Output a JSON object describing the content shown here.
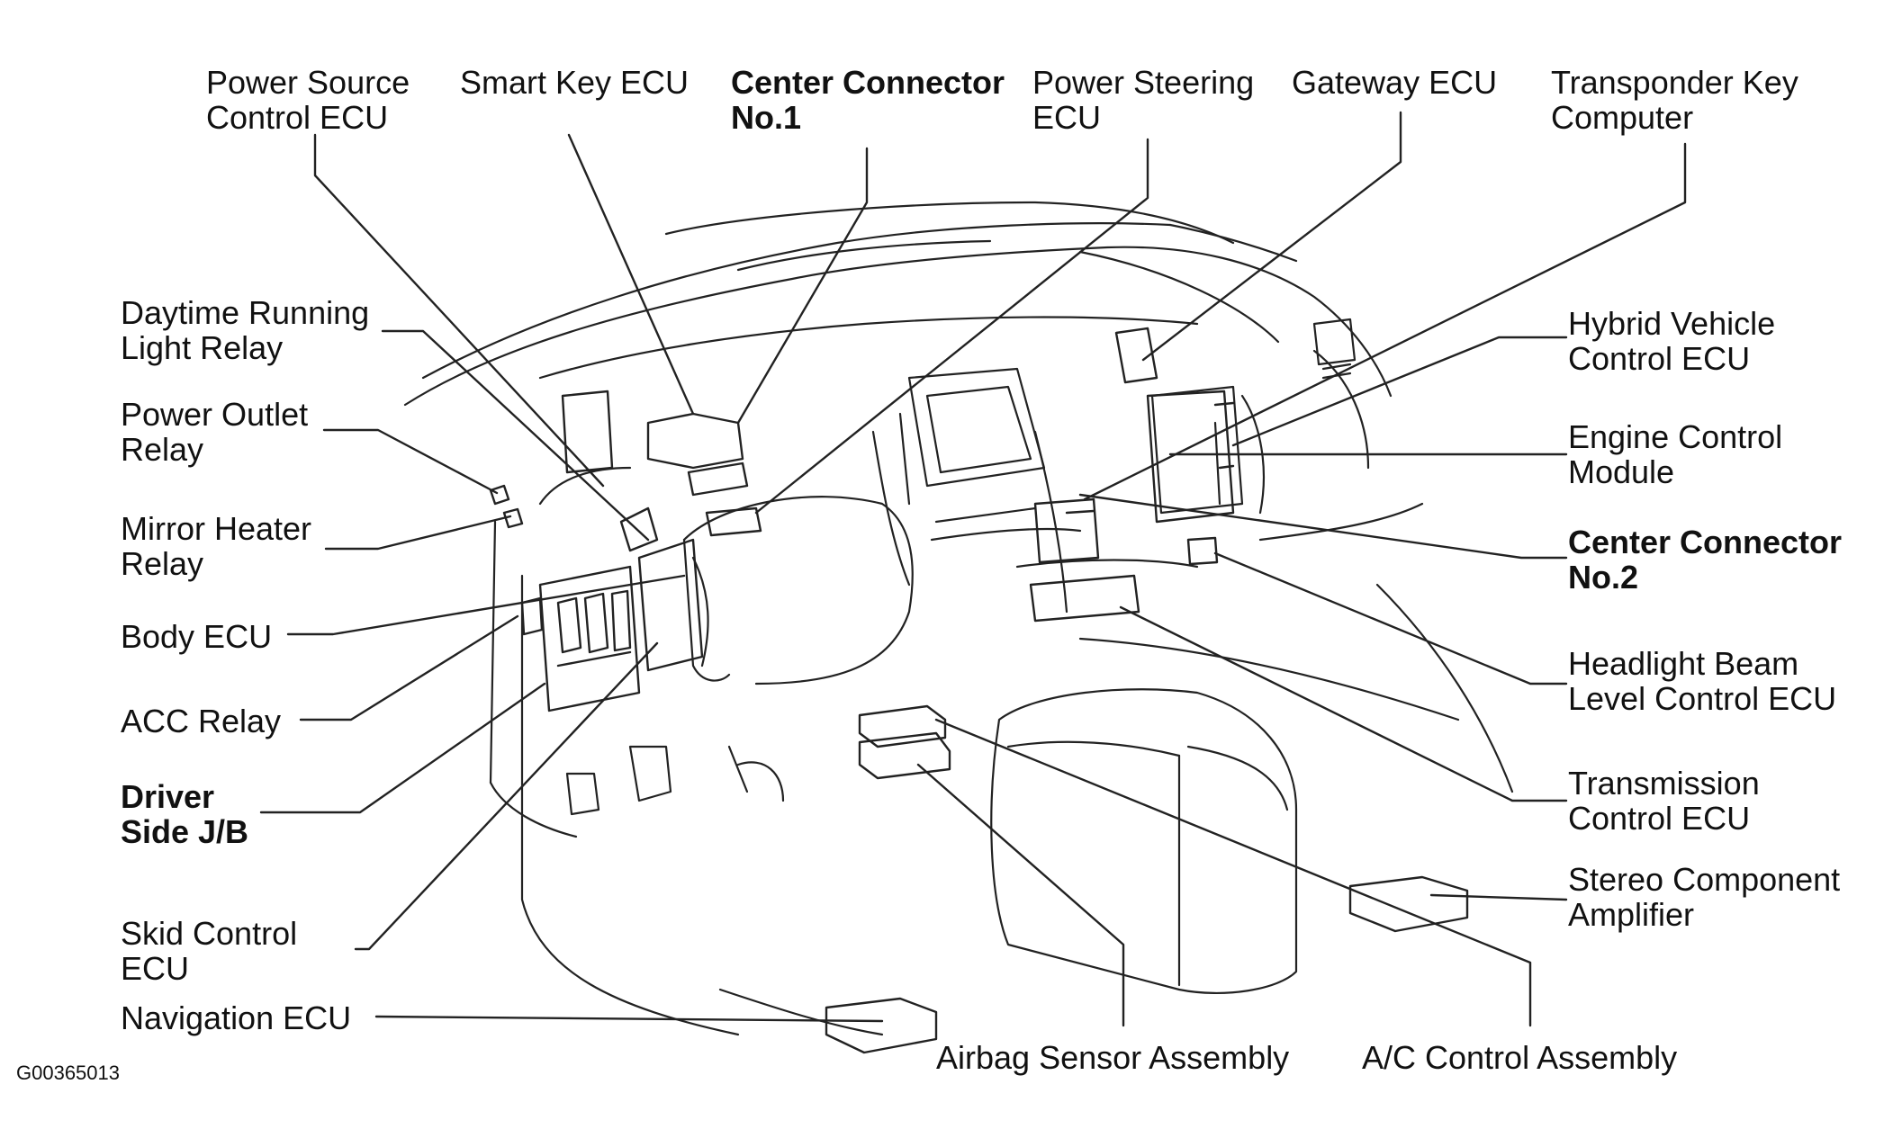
{
  "labels": {
    "power_source_control_ecu": "Power Source\nControl ECU",
    "smart_key_ecu": "Smart Key ECU",
    "center_connector_no1": "Center Connector\nNo.1",
    "power_steering_ecu": "Power Steering\nECU",
    "gateway_ecu": "Gateway ECU",
    "transponder_key_computer": "Transponder Key\nComputer",
    "daytime_running_light_relay": "Daytime Running\nLight Relay",
    "power_outlet_relay": "Power Outlet\nRelay",
    "mirror_heater_relay": "Mirror Heater\nRelay",
    "body_ecu": "Body ECU",
    "acc_relay": "ACC Relay",
    "driver_side_jb": "Driver\nSide J/B",
    "skid_control_ecu": "Skid Control\nECU",
    "navigation_ecu": "Navigation ECU",
    "hybrid_vehicle_control_ecu": "Hybrid Vehicle\nControl ECU",
    "engine_control_module": "Engine Control\nModule",
    "center_connector_no2": "Center Connector\nNo.2",
    "headlight_beam_level_control_ecu": "Headlight Beam\nLevel Control ECU",
    "transmission_control_ecu": "Transmission\nControl ECU",
    "stereo_component_amplifier": "Stereo Component\nAmplifier",
    "airbag_sensor_assembly": "Airbag Sensor Assembly",
    "ac_control_assembly": "A/C Control Assembly"
  },
  "figure_code": "G00365013"
}
